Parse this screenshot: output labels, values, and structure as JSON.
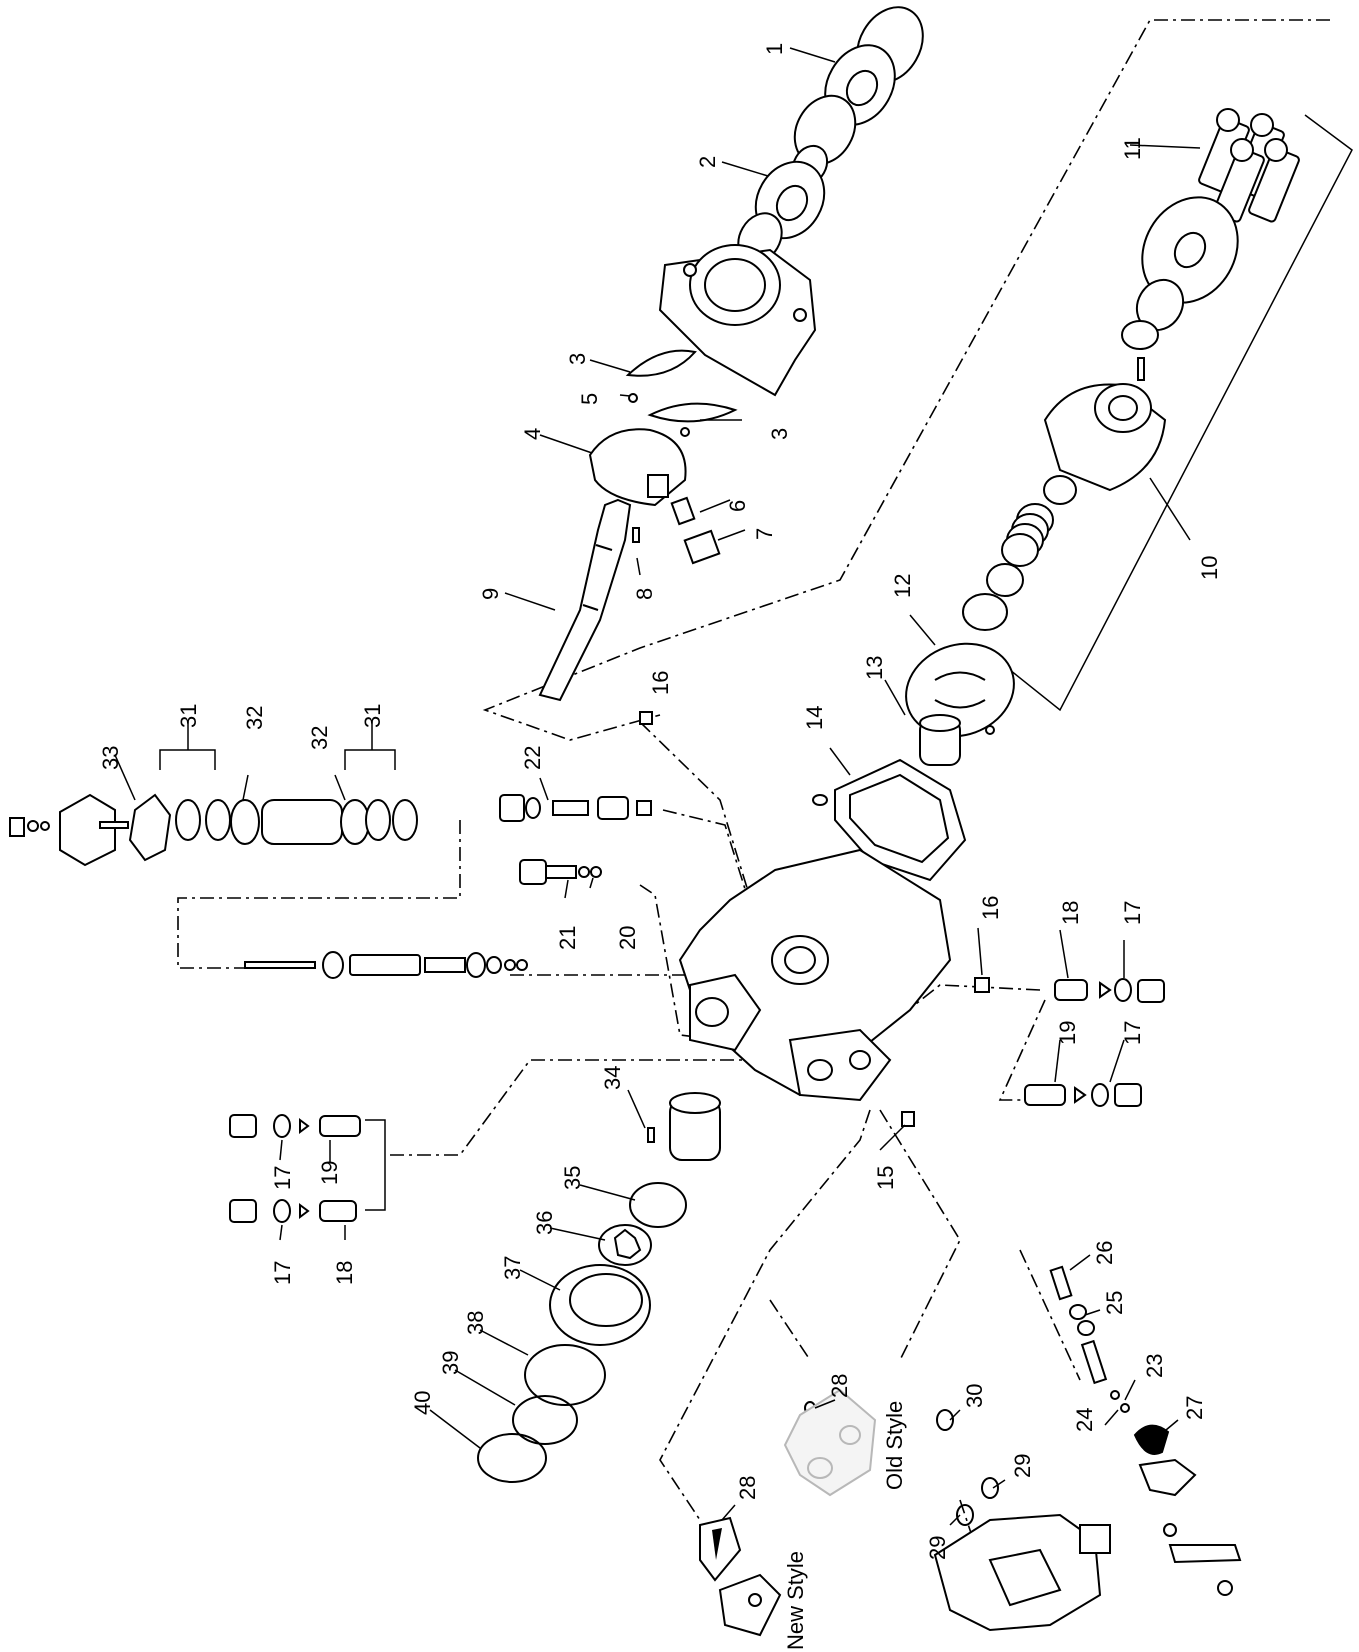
{
  "callouts": {
    "c1": "1",
    "c2": "2",
    "c3a": "3",
    "c3b": "3",
    "c4": "4",
    "c5": "5",
    "c6": "6",
    "c7": "7",
    "c8": "8",
    "c9": "9",
    "c10": "10",
    "c11": "11",
    "c12": "12",
    "c13": "13",
    "c14": "14",
    "c15": "15",
    "c16a": "16",
    "c16b": "16",
    "c17a": "17",
    "c17b": "17",
    "c17c": "17",
    "c17d": "17",
    "c18a": "18",
    "c18b": "18",
    "c19a": "19",
    "c19b": "19",
    "c20": "20",
    "c21": "21",
    "c22": "22",
    "c23": "23",
    "c24": "24",
    "c25": "25",
    "c26": "26",
    "c27": "27",
    "c28a": "28",
    "c28b": "28",
    "c29a": "29",
    "c29b": "29",
    "c30": "30",
    "c31a": "31",
    "c31b": "31",
    "c32a": "32",
    "c32b": "32",
    "c33": "33",
    "c34": "34",
    "c35": "35",
    "c36": "36",
    "c37": "37",
    "c38": "38",
    "c39": "39",
    "c40": "40"
  },
  "captions": {
    "new_style": "New Style",
    "old_style": "Old Style"
  }
}
